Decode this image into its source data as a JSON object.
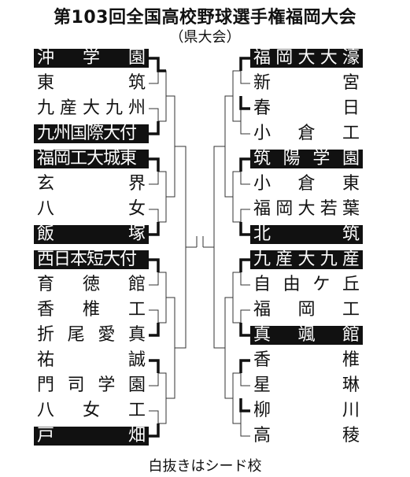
{
  "title": "第103回全国高校野球選手権福岡大会",
  "subtitle": "（県大会）",
  "note": "白抜きはシード校",
  "left_teams": [
    {
      "name": "沖学園",
      "seed": true
    },
    {
      "name": "東筑",
      "seed": false
    },
    {
      "name": "九産大九州",
      "seed": false
    },
    {
      "name": "九州国際大付",
      "seed": true
    },
    {
      "name": "福岡工大城東",
      "seed": true
    },
    {
      "name": "玄界",
      "seed": false
    },
    {
      "name": "八女",
      "seed": false
    },
    {
      "name": "飯塚",
      "seed": true
    },
    {
      "name": "西日本短大付",
      "seed": true
    },
    {
      "name": "育徳館",
      "seed": false
    },
    {
      "name": "香椎工",
      "seed": false
    },
    {
      "name": "折尾愛真",
      "seed": false
    },
    {
      "name": "祐誠",
      "seed": false
    },
    {
      "name": "門司学園",
      "seed": false
    },
    {
      "name": "八女工",
      "seed": false
    },
    {
      "name": "戸畑",
      "seed": true
    }
  ],
  "right_teams": [
    {
      "name": "福岡大大濠",
      "seed": true
    },
    {
      "name": "新宮",
      "seed": false
    },
    {
      "name": "春日",
      "seed": false
    },
    {
      "name": "小倉工",
      "seed": false
    },
    {
      "name": "筑陽学園",
      "seed": true
    },
    {
      "name": "小倉東",
      "seed": false
    },
    {
      "name": "福岡大若葉",
      "seed": false
    },
    {
      "name": "北筑",
      "seed": true
    },
    {
      "name": "九産大九産",
      "seed": true
    },
    {
      "name": "自由ケ丘",
      "seed": false
    },
    {
      "name": "福岡工",
      "seed": false
    },
    {
      "name": "真颯館",
      "seed": true
    },
    {
      "name": "香椎",
      "seed": false
    },
    {
      "name": "星琳",
      "seed": false
    },
    {
      "name": "柳川",
      "seed": false
    },
    {
      "name": "高稜",
      "seed": false
    }
  ]
}
